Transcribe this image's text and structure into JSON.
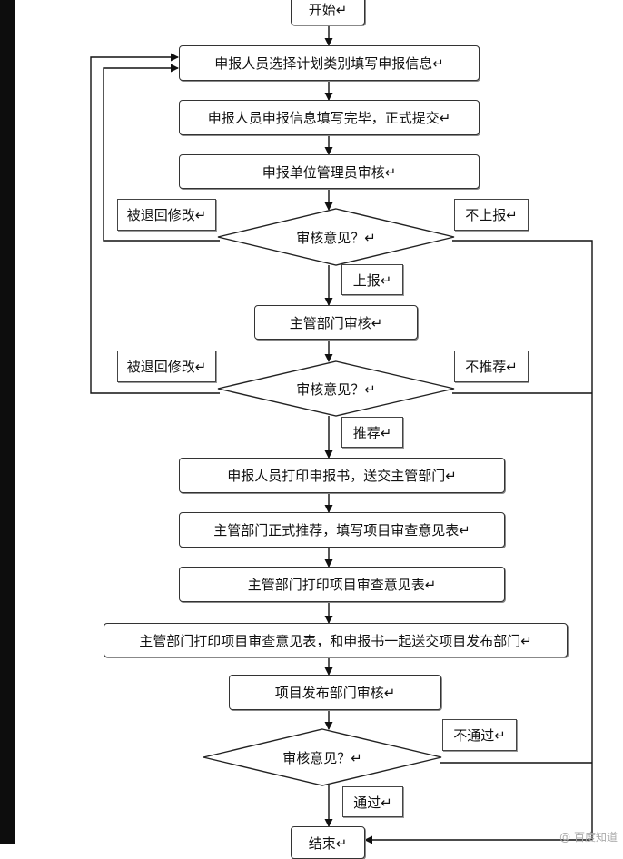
{
  "flow": {
    "start": "开始↵",
    "steps": [
      "申报人员选择计划类别填写申报信息↵",
      "申报人员申报信息填写完毕，正式提交↵",
      "申报单位管理员审核↵",
      "主管部门审核↵",
      "申报人员打印申报书，送交主管部门↵",
      "主管部门正式推荐，填写项目审查意见表↵",
      "主管部门打印项目审查意见表↵",
      "主管部门打印项目审查意见表，和申报书一起送交项目发布部门↵",
      "项目发布部门审核↵"
    ],
    "decisions": [
      "审核意见？↵",
      "审核意见？↵",
      "审核意见？↵"
    ],
    "end": "结束↵"
  },
  "labels": {
    "returned_1": "被退回修改↵",
    "not_report": "不上报↵",
    "report": "上报↵",
    "returned_2": "被退回修改↵",
    "not_recommend": "不推荐↵",
    "recommend": "推荐↵",
    "not_pass": "不通过↵",
    "pass": "通过↵"
  },
  "watermark": "@ 百度知道"
}
